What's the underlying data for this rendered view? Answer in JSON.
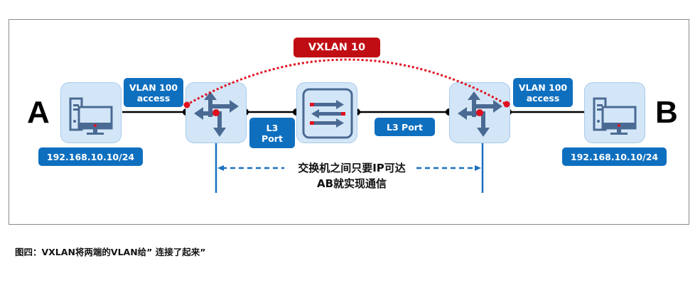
{
  "diagram": {
    "endpoint_a": {
      "letter": "A",
      "ip_label": "192.168.10.10/24",
      "access_tag_line1": "VLAN 100",
      "access_tag_line2": "access"
    },
    "endpoint_b": {
      "letter": "B",
      "ip_label": "192.168.10.10/24",
      "access_tag_line1": "VLAN 100",
      "access_tag_line2": "access"
    },
    "vxlan_tag": "VXLAN 10",
    "left_l3_port_line1": "L3",
    "left_l3_port_line2": "Port",
    "right_l3_port": "L3 Port",
    "note_line1": "交换机之间只要IP可达",
    "note_line2": "AB就实现通信",
    "colors": {
      "tag_blue": "#0f6fbf",
      "tag_red": "#c00d13",
      "node_fill": "#d3e6f7",
      "icon_blue": "#4a6a93",
      "tunnel_red": "#e0101e"
    }
  },
  "caption": "图四：VXLAN将两端的VLAN给” 连接了起来”"
}
